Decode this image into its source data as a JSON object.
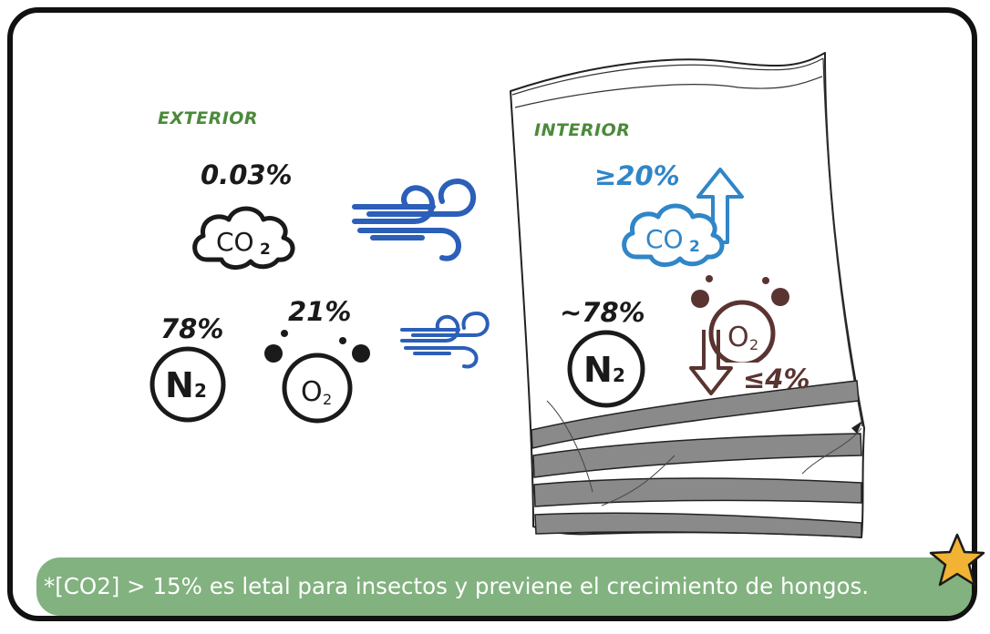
{
  "exterior": {
    "label": "EXTERIOR",
    "co2_percent": "0.03%",
    "co2_symbol": "CO",
    "n2_percent": "78%",
    "n2_symbol": "N",
    "o2_percent": "21%",
    "o2_symbol": "O"
  },
  "interior": {
    "label": "INTERIOR",
    "co2_percent": "≥20%",
    "co2_symbol": "CO",
    "n2_percent": "~78%",
    "n2_symbol": "N",
    "o2_percent": "≤4%",
    "o2_symbol": "O"
  },
  "subscript_2": "2",
  "footnote": "*[CO2] > 15% es letal para insectos y previene el crecimiento de hongos.",
  "colors": {
    "exterior_label": "#4b8a3a",
    "wind": "#2b5fb8",
    "co2_interior": "#2f86c8",
    "o2_interior": "#5a3431",
    "note_background": "#82b27f",
    "star": "#f2b233"
  },
  "icons": [
    "cloud-icon",
    "wind-icon",
    "arrow-up-icon",
    "arrow-down-icon",
    "circle-icon",
    "star-icon",
    "bag-icon"
  ]
}
